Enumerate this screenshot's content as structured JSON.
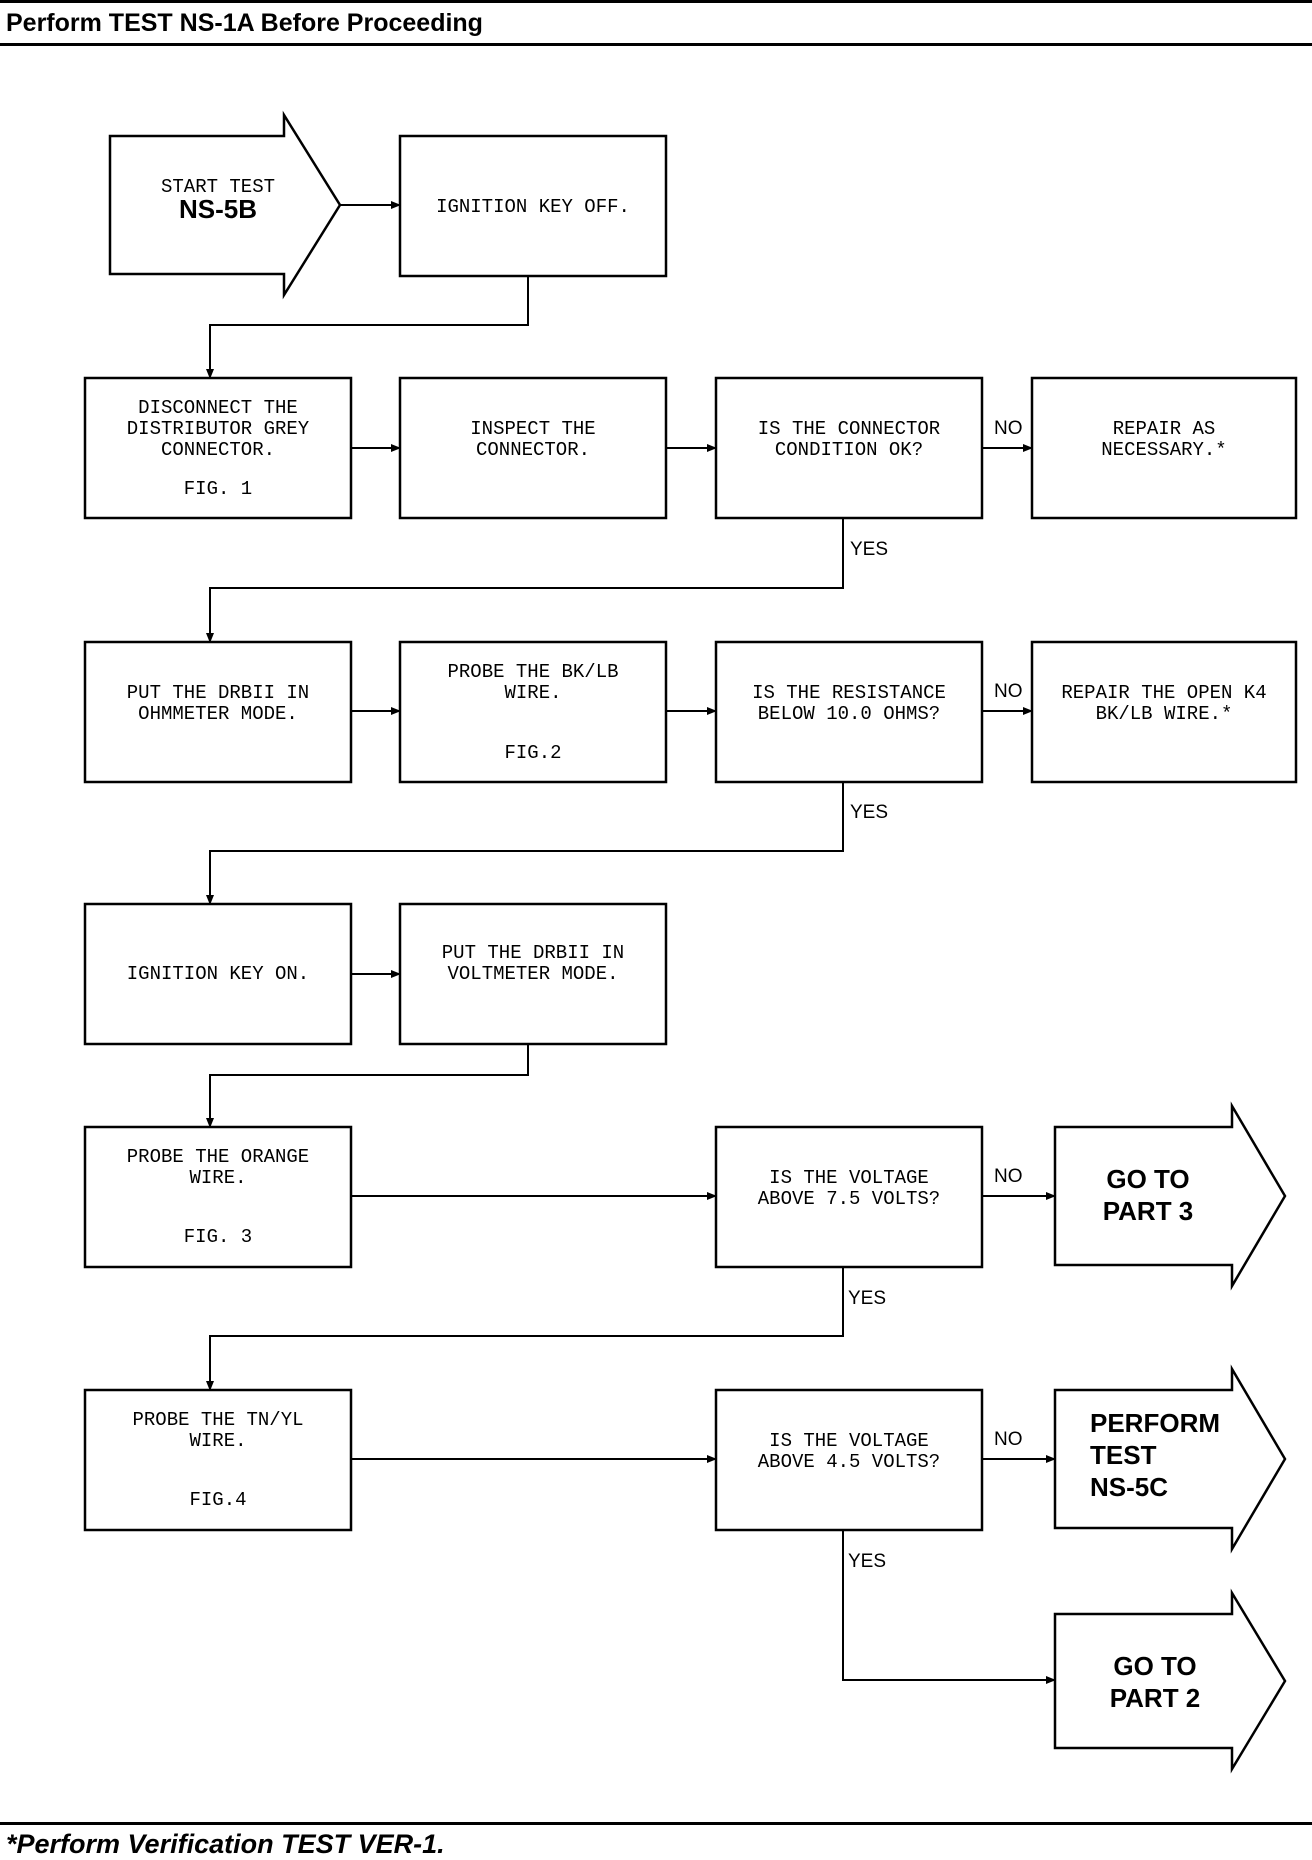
{
  "header": {
    "title": "Perform TEST NS-1A Before Proceeding"
  },
  "footer": {
    "note": "*Perform Verification TEST VER-1."
  },
  "flowchart": {
    "start": {
      "line1": "START TEST",
      "line2": "NS-5B"
    },
    "step_key_off": "IGNITION KEY OFF.",
    "step_disconnect": {
      "lines": [
        "DISCONNECT THE",
        "DISTRIBUTOR GREY",
        "CONNECTOR."
      ],
      "fig": "FIG. 1"
    },
    "step_inspect": {
      "lines": [
        "INSPECT THE",
        "CONNECTOR."
      ]
    },
    "q_connector": {
      "lines": [
        "IS THE CONNECTOR",
        "CONDITION OK?"
      ]
    },
    "repair_connector": {
      "lines": [
        "REPAIR AS",
        "NECESSARY.*"
      ]
    },
    "step_ohmmeter": {
      "lines": [
        "PUT THE DRBII IN",
        "OHMMETER MODE."
      ]
    },
    "step_probe_bklb": {
      "lines": [
        "PROBE THE BK/LB",
        "WIRE."
      ],
      "fig": "FIG.2"
    },
    "q_resistance": {
      "lines": [
        "IS THE RESISTANCE",
        "BELOW 10.0 OHMS?"
      ]
    },
    "repair_open": {
      "lines": [
        "REPAIR THE OPEN K4",
        "BK/LB WIRE.*"
      ]
    },
    "step_key_on": "IGNITION KEY ON.",
    "step_voltmeter": {
      "lines": [
        "PUT THE DRBII IN",
        "VOLTMETER MODE."
      ]
    },
    "step_probe_orange": {
      "lines": [
        "PROBE THE ORANGE",
        "WIRE."
      ],
      "fig": "FIG. 3"
    },
    "q_voltage_75": {
      "lines": [
        "IS THE VOLTAGE",
        "ABOVE 7.5 VOLTS?"
      ]
    },
    "goto_part3": {
      "lines": [
        "GO TO",
        "PART 3"
      ]
    },
    "step_probe_tnyl": {
      "lines": [
        "PROBE THE TN/YL",
        "WIRE."
      ],
      "fig": "FIG.4"
    },
    "q_voltage_45": {
      "lines": [
        "IS THE VOLTAGE",
        "ABOVE 4.5 VOLTS?"
      ]
    },
    "perform_ns5c": {
      "lines": [
        "PERFORM",
        "TEST",
        "NS-5C"
      ]
    },
    "goto_part2": {
      "lines": [
        "GO TO",
        "PART 2"
      ]
    },
    "labels": {
      "yes": "YES",
      "no": "NO"
    }
  }
}
